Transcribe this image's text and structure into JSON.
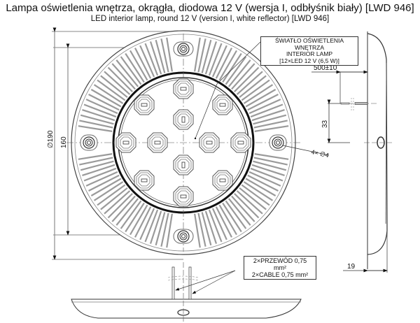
{
  "header": {
    "title": "Lampa oświetlenia wnętrza, okrągła, diodowa 12 V (wersja I, odbłyśnik biały) [LWD 946]",
    "subtitle": "LED interior lamp, round 12 V (version I, white reflector) [LWD 946]"
  },
  "callouts": {
    "lamp_label": {
      "line1": "ŚWIATŁO OŚWIETLENIA WNĘTRZA",
      "line2": "INTERIOR LAMP",
      "line3": "[12×LED 12 V (6,5 W)]"
    },
    "cable_label": {
      "line1": "2×PRZEWÓD 0,75 mm²",
      "line2": "2×CABLE 0,75 mm²"
    }
  },
  "dimensions": {
    "outer_diameter": "∅190",
    "mount_spacing": "160",
    "hole_spec": "4× ∅4",
    "cable_length": "500±10",
    "cable_offset": "33",
    "depth": "19"
  },
  "drawing": {
    "led_count": 12,
    "line_color": "#333333",
    "fin_color": "#9a9a9a"
  }
}
